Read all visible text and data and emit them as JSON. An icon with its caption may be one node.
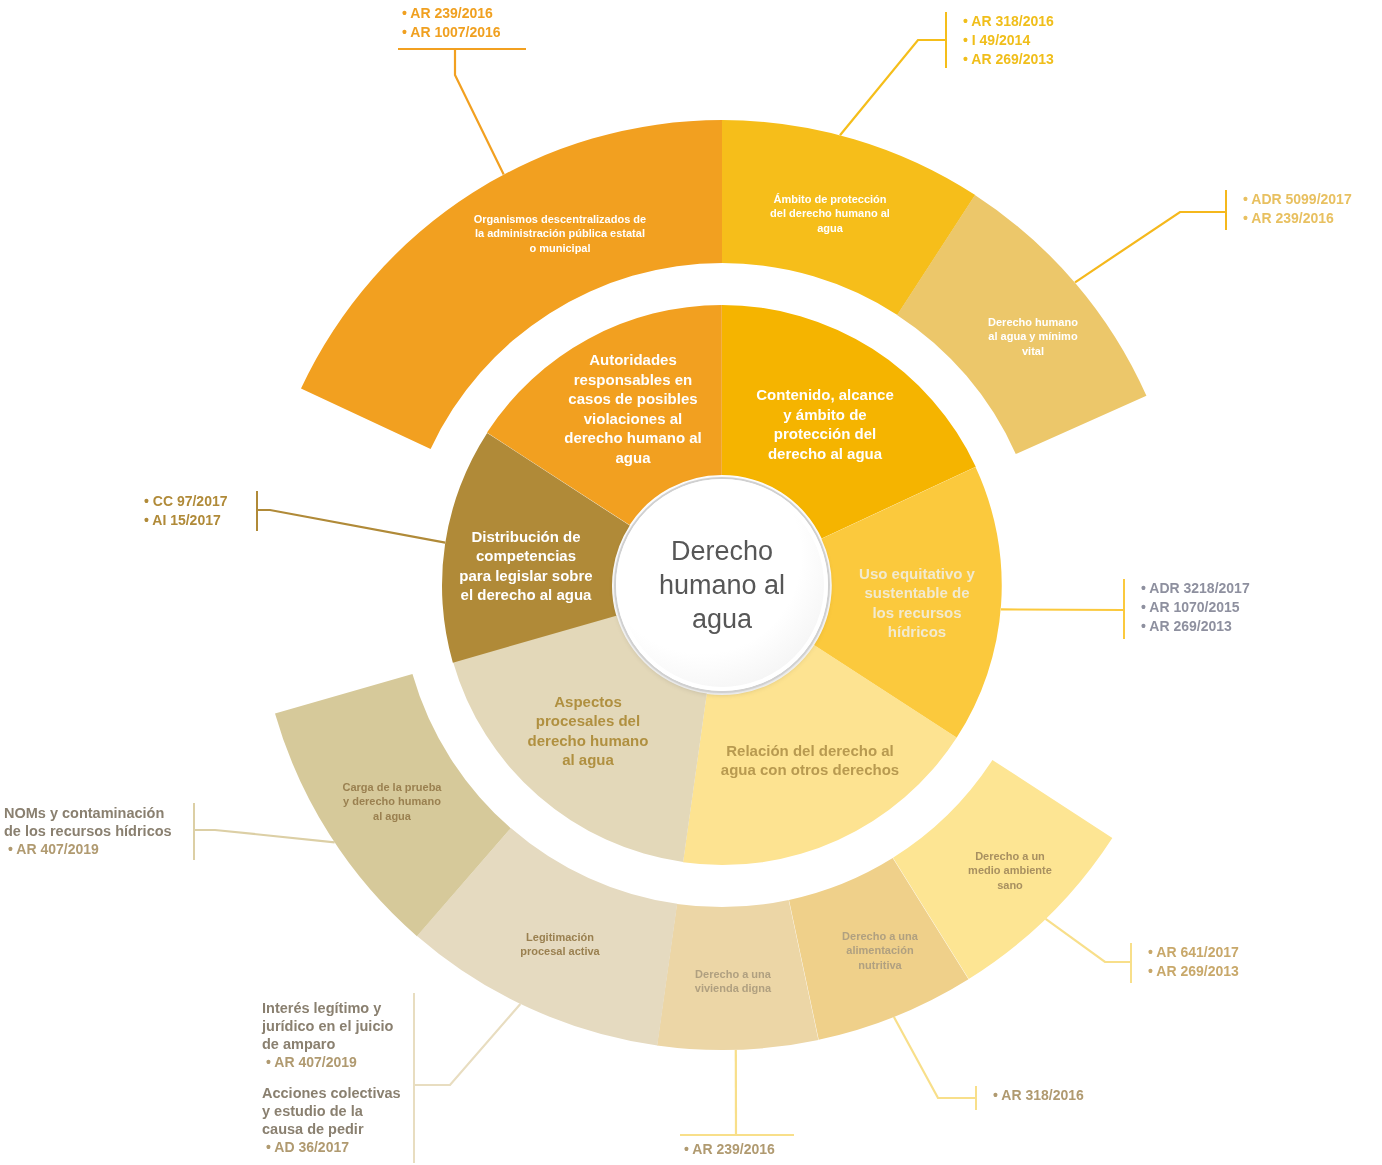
{
  "diagram": {
    "nodes": [
      {
        "text": [
          "Derecho humano al agua"
        ]
      },
      {
        "text": [
          "Autoridades responsables en casos de posibles violaciones al derecho humano al agua"
        ]
      },
      {
        "text": [
          "Contenido, alcance y ámbito de protección del derecho al agua"
        ]
      },
      {
        "text": [
          "Uso equitativo y sustentable de los recursos hídricos"
        ]
      },
      {
        "text": [
          "Relación del derecho al agua con otros derechos"
        ]
      },
      {
        "text": [
          "Aspectos procesales del derecho humano al agua"
        ]
      },
      {
        "text": [
          "Distribución de competencias para legislar sobre el derecho al agua"
        ]
      },
      {
        "text": [
          "Organismos descentralizados de la administración pública estatal o municipal"
        ]
      },
      {
        "text": [
          "Ámbito de protección del derecho humano al agua"
        ]
      },
      {
        "text": [
          "Derecho humano al agua y mínimo vital"
        ]
      },
      {
        "text": [
          "Derecho a un medio ambiente sano"
        ]
      },
      {
        "text": [
          "Derecho a una alimentación nutritiva"
        ]
      },
      {
        "text": [
          "Derecho a una vivienda digna"
        ]
      },
      {
        "text": [
          "Legitimación procesal activa"
        ]
      },
      {
        "text": [
          "Carga de la prueba y derecho humano al agua"
        ]
      },
      {
        "text": [
          "• AR 239/2016",
          "• AR 1007/2016"
        ]
      },
      {
        "text": [
          "• AR 318/2016",
          "• I 49/2014",
          "• AR 269/2013"
        ]
      },
      {
        "text": [
          "• ADR 5099/2017",
          "• AR 239/2016"
        ]
      },
      {
        "text": [
          "• CC 97/2017",
          "• AI 15/2017"
        ]
      },
      {
        "text": [
          "• ADR 3218/2017",
          "• AR 1070/2015",
          "• AR 269/2013"
        ]
      },
      {
        "text": [
          "• AR 641/2017",
          "• AR 269/2013"
        ]
      },
      {
        "text": [
          "• AR 318/2016"
        ]
      },
      {
        "text": [
          "• AR 239/2016"
        ]
      },
      {
        "text": [
          "Interés legítimo y jurídico en el juicio de amparo",
          "• AR 407/2019",
          "Acciones colectivas y estudio de la causa de pedir",
          "• AD 36/2017"
        ]
      },
      {
        "text": [
          "NOMs y contaminación de los recursos hídricos",
          "• AR 407/2019"
        ]
      }
    ],
    "edges": [
      {
        "from": 15,
        "to": 7,
        "arrow": "none",
        "color": "#f2a020"
      },
      {
        "from": 16,
        "to": 8,
        "arrow": "none",
        "color": "#f5be1a"
      },
      {
        "from": 17,
        "to": 9,
        "arrow": "none",
        "color": "#f5b81c"
      },
      {
        "from": 18,
        "to": 6,
        "arrow": "none",
        "color": "#b08a38"
      },
      {
        "from": 19,
        "to": 3,
        "arrow": "none",
        "color": "#fbc93d"
      },
      {
        "from": 20,
        "to": 10,
        "arrow": "none",
        "color": "#f8df8a"
      },
      {
        "from": 21,
        "to": 11,
        "arrow": "none",
        "color": "#f8df8a"
      },
      {
        "from": 22,
        "to": 12,
        "arrow": "none",
        "color": "#f8df8a"
      },
      {
        "from": 23,
        "to": 13,
        "arrow": "none",
        "color": "#e8ddc0"
      },
      {
        "from": 24,
        "to": 14,
        "arrow": "none",
        "color": "#dccfa5"
      }
    ]
  }
}
